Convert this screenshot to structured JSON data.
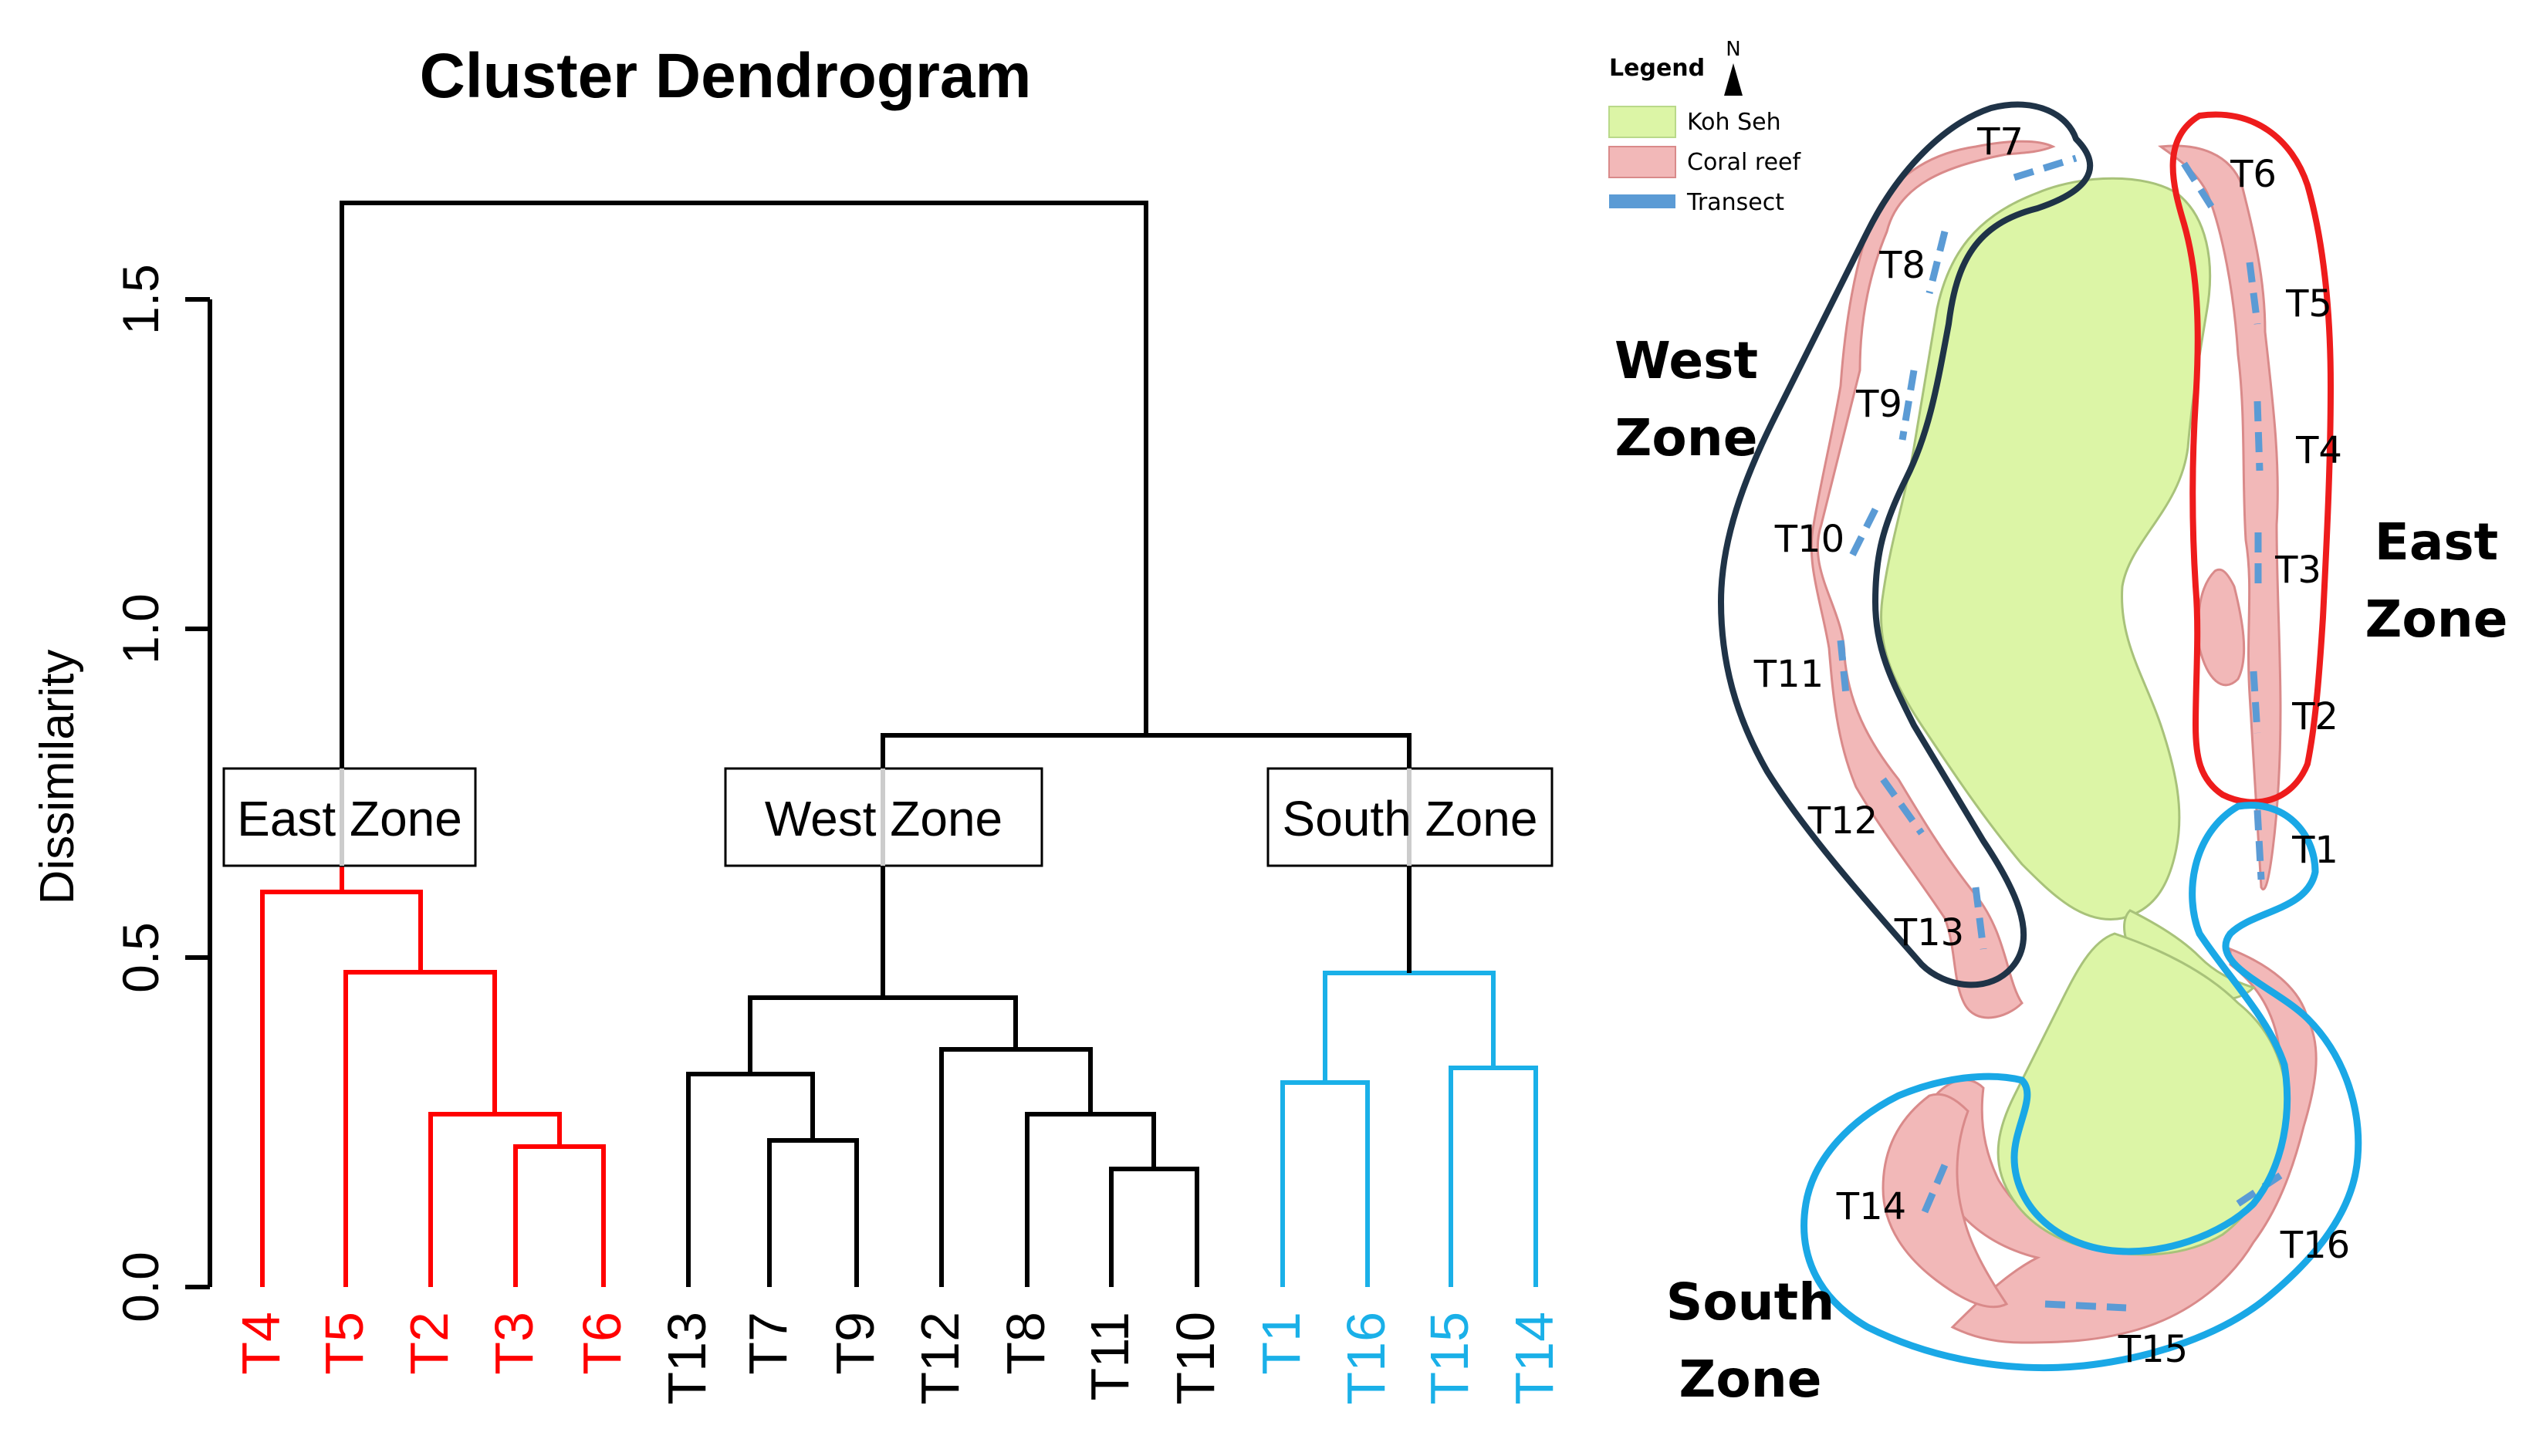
{
  "dendrogram": {
    "title": "Cluster Dendrogram",
    "ylabel": "Dissimilarity",
    "ticks": [
      "0.0",
      "0.5",
      "1.0",
      "1.5"
    ],
    "zone_boxes": {
      "east": "East Zone",
      "west": "West Zone",
      "south": "South Zone"
    },
    "leaves": [
      "T4",
      "T5",
      "T2",
      "T3",
      "T6",
      "T13",
      "T7",
      "T9",
      "T12",
      "T8",
      "T11",
      "T10",
      "T1",
      "T16",
      "T15",
      "T14"
    ],
    "colors": {
      "east": "#ff0000",
      "west": "#000000",
      "south": "#1ab0e8"
    }
  },
  "chart_data": {
    "type": "dendrogram",
    "title": "Cluster Dendrogram",
    "ylabel": "Dissimilarity",
    "ylim": [
      0,
      1.5
    ],
    "yticks": [
      0.0,
      0.5,
      1.0,
      1.5
    ],
    "leaves": [
      "T4",
      "T5",
      "T2",
      "T3",
      "T6",
      "T13",
      "T7",
      "T9",
      "T12",
      "T8",
      "T11",
      "T10",
      "T1",
      "T16",
      "T15",
      "T14"
    ],
    "merges": [
      {
        "items": [
          "T3",
          "T6"
        ],
        "height": 0.21
      },
      {
        "items": [
          "T2",
          "(T3,T6)"
        ],
        "height": 0.26
      },
      {
        "items": [
          "T5",
          "(T2,T3,T6)"
        ],
        "height": 0.48
      },
      {
        "items": [
          "T4",
          "(T5,T2,T3,T6)"
        ],
        "height": 0.6
      },
      {
        "items": [
          "T7",
          "T9"
        ],
        "height": 0.22
      },
      {
        "items": [
          "T13",
          "(T7,T9)"
        ],
        "height": 0.33
      },
      {
        "items": [
          "T11",
          "T10"
        ],
        "height": 0.18
      },
      {
        "items": [
          "T8",
          "(T11,T10)"
        ],
        "height": 0.27
      },
      {
        "items": [
          "T12",
          "(T8,T11,T10)"
        ],
        "height": 0.37
      },
      {
        "items": [
          "(T13,T7,T9)",
          "(T12,T8,T11,T10)"
        ],
        "height": 0.44
      },
      {
        "items": [
          "T1",
          "T16"
        ],
        "height": 0.31
      },
      {
        "items": [
          "T15",
          "T14"
        ],
        "height": 0.33
      },
      {
        "items": [
          "(T1,T16)",
          "(T15,T14)"
        ],
        "height": 0.48
      },
      {
        "items": [
          "West Zone",
          "South Zone"
        ],
        "height": 0.84
      },
      {
        "items": [
          "East Zone",
          "(West,South)"
        ],
        "height": 1.65
      }
    ],
    "groups": [
      {
        "name": "East Zone",
        "leaves": [
          "T4",
          "T5",
          "T2",
          "T3",
          "T6"
        ]
      },
      {
        "name": "West Zone",
        "leaves": [
          "T13",
          "T7",
          "T9",
          "T12",
          "T8",
          "T11",
          "T10"
        ]
      },
      {
        "name": "South Zone",
        "leaves": [
          "T1",
          "T16",
          "T15",
          "T14"
        ]
      }
    ]
  },
  "map": {
    "legend_title": "Legend",
    "north": "N",
    "legend_items": [
      {
        "label": "Koh Seh",
        "color": "#dcf5a6"
      },
      {
        "label": "Coral reef",
        "color": "#f2b8b8"
      },
      {
        "label": "Transect",
        "color": "#5b9bd5"
      }
    ],
    "zones": {
      "west_line1": "West",
      "west_line2": "Zone",
      "east_line1": "East",
      "east_line2": "Zone",
      "south_line1": "South",
      "south_line2": "Zone"
    },
    "transects": {
      "t1": "T1",
      "t2": "T2",
      "t3": "T3",
      "t4": "T4",
      "t5": "T5",
      "t6": "T6",
      "t7": "T7",
      "t8": "T8",
      "t9": "T9",
      "t10": "T10",
      "t11": "T11",
      "t12": "T12",
      "t13": "T13",
      "t14": "T14",
      "t15": "T15",
      "t16": "T16"
    },
    "colors": {
      "west": "#1f3347",
      "east": "#ee1c1c",
      "south": "#1aa8e6",
      "reef_edge": "#d98a8a"
    }
  }
}
